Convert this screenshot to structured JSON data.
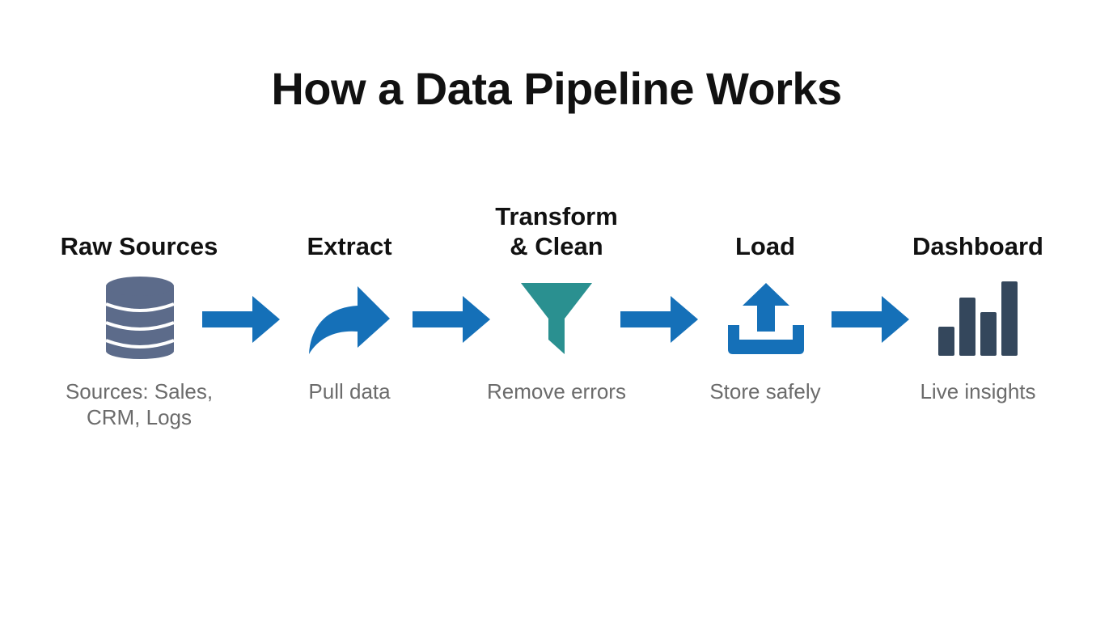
{
  "title": "How a Data Pipeline Works",
  "colors": {
    "arrow": "#1570b8",
    "database": "#5c6b8a",
    "extract": "#1570b8",
    "filter": "#2a9090",
    "load": "#1570b8",
    "dashboard": "#34475c",
    "description_text": "#6b6b6b"
  },
  "stages": [
    {
      "label": "Raw Sources",
      "icon": "database-icon",
      "description_lines": [
        "Sources: Sales,",
        "CRM, Logs"
      ]
    },
    {
      "label": "Extract",
      "icon": "curved-arrow-icon",
      "description_lines": [
        "Pull data"
      ]
    },
    {
      "label_lines": [
        "Transform",
        "& Clean"
      ],
      "icon": "funnel-icon",
      "description_lines": [
        "Remove errors"
      ]
    },
    {
      "label": "Load",
      "icon": "upload-tray-icon",
      "description_lines": [
        "Store safely"
      ]
    },
    {
      "label": "Dashboard",
      "icon": "bar-chart-icon",
      "description_lines": [
        "Live insights"
      ]
    }
  ]
}
